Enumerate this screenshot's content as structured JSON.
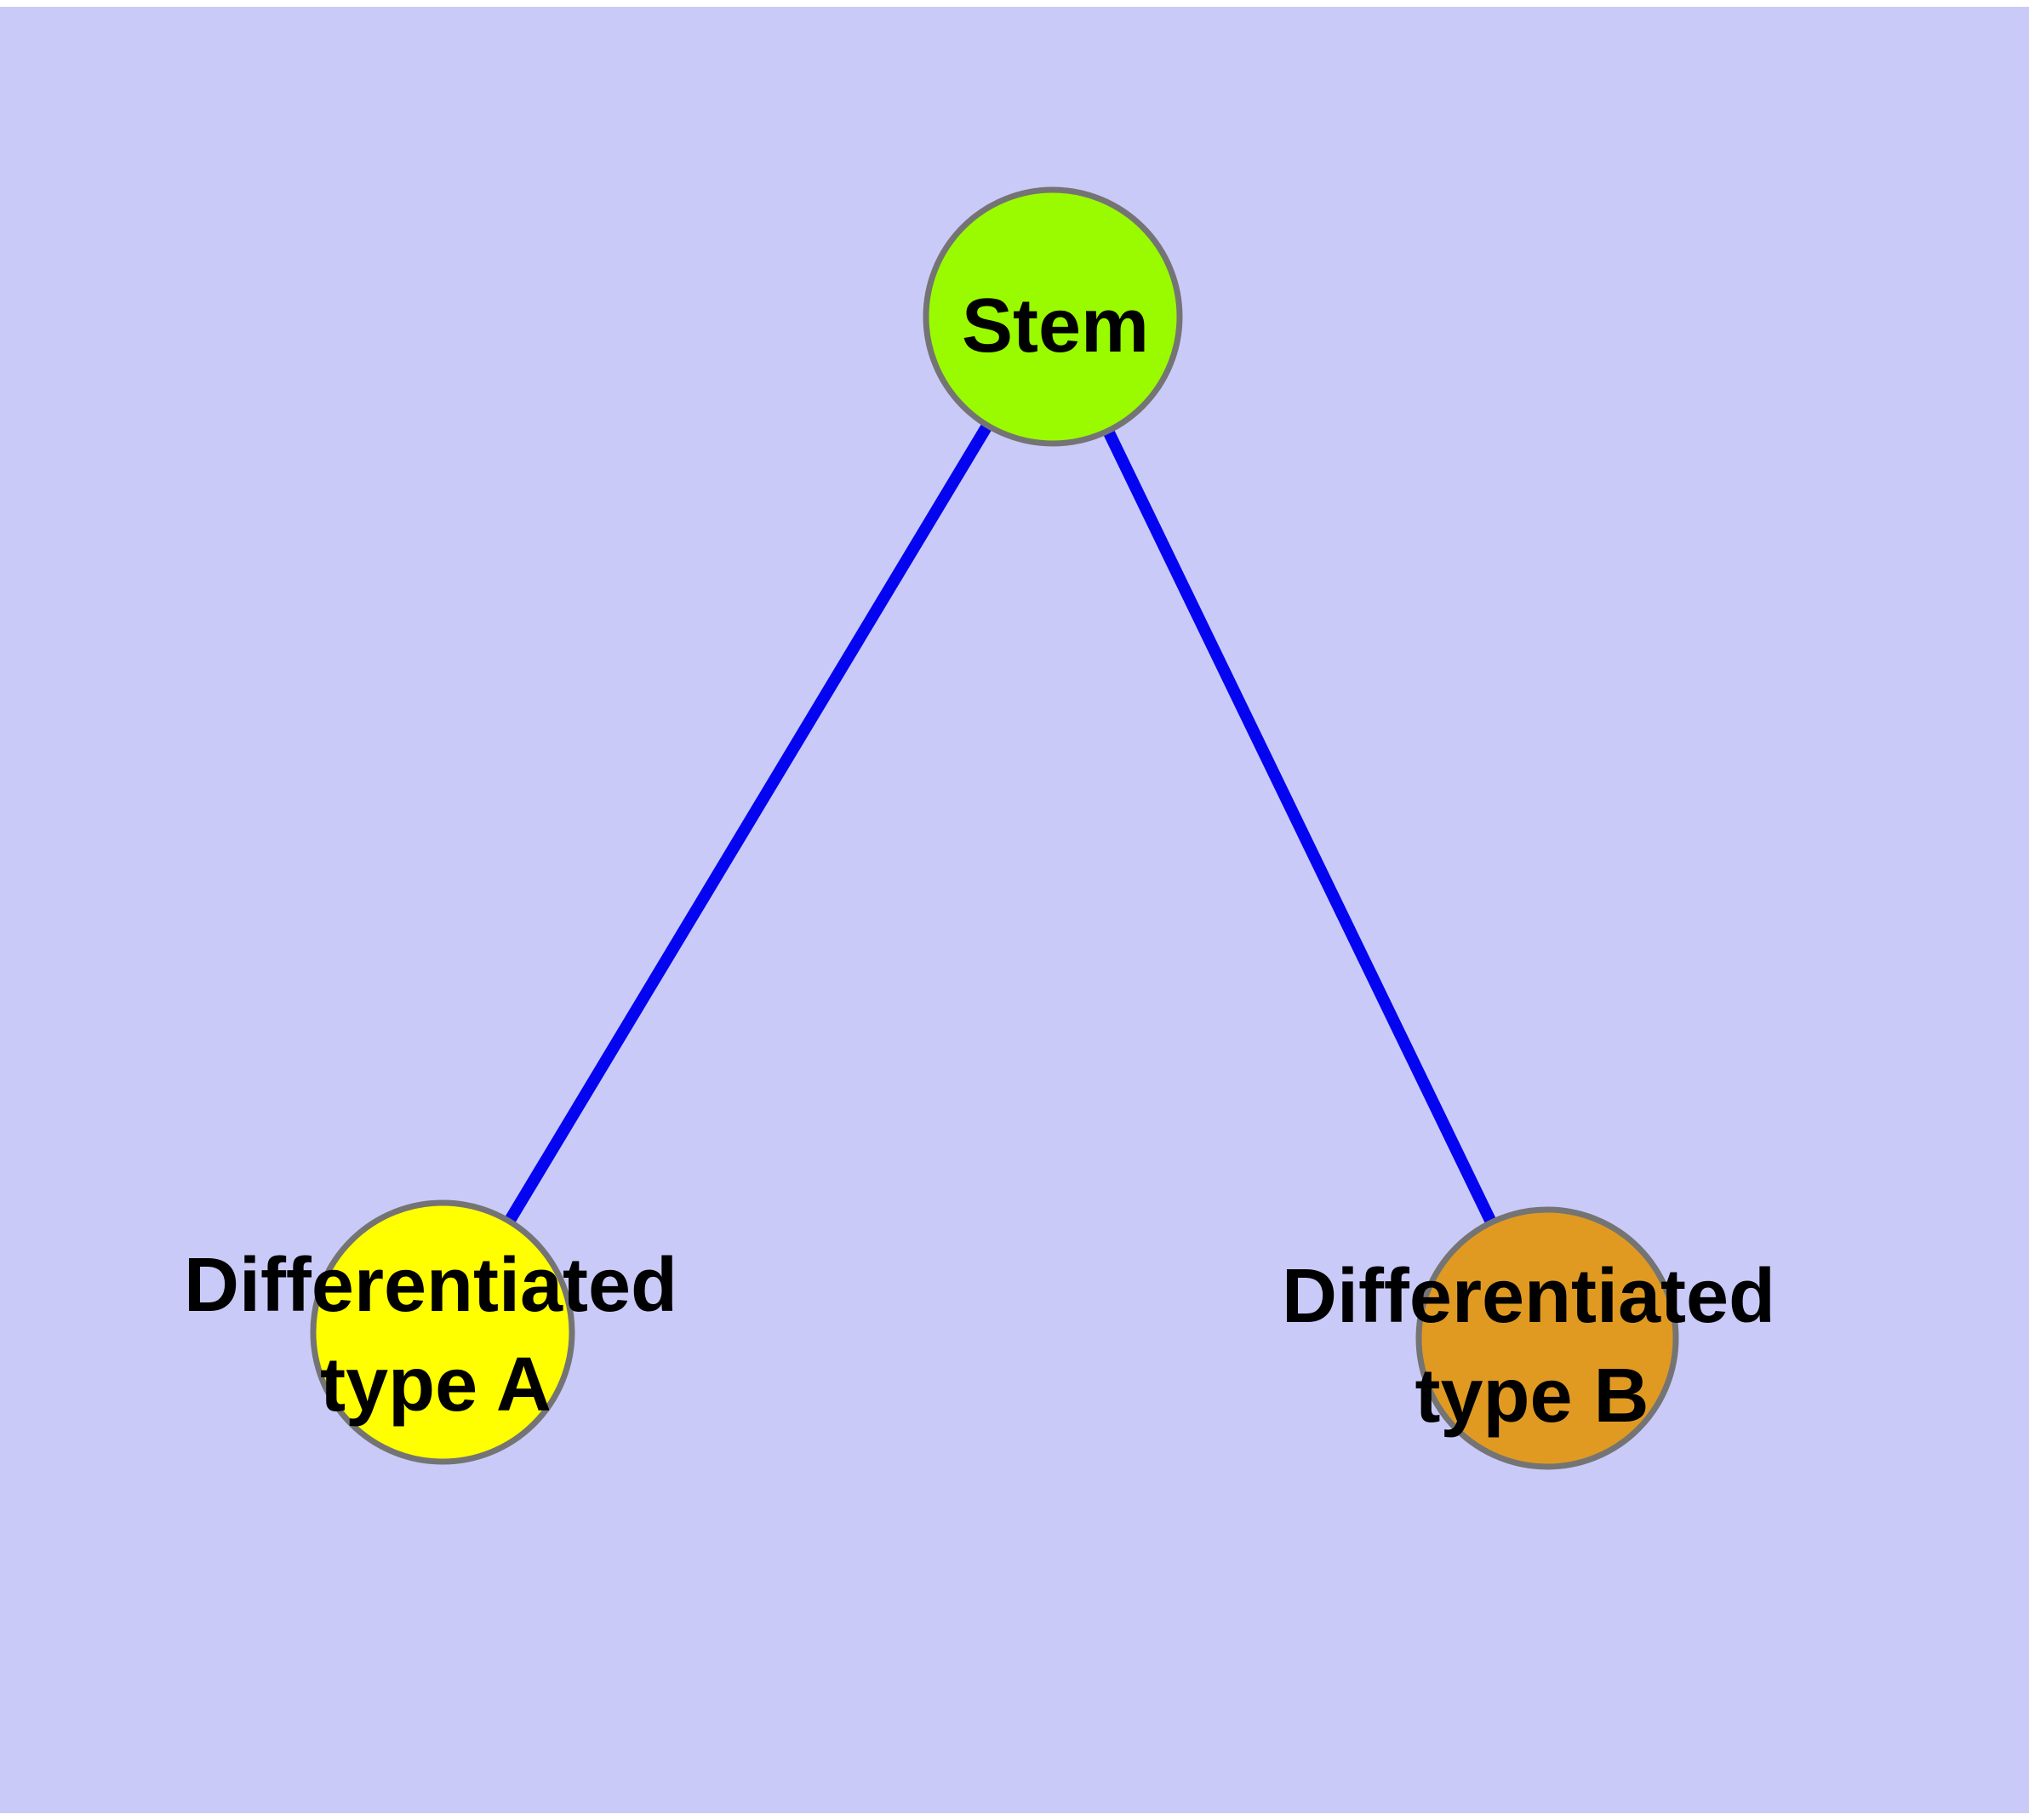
{
  "figure": {
    "kind": "network-diagram",
    "description": "Stem cell differentiation graph with three nodes and two edges"
  },
  "colors": {
    "page_margin": "#FFFFFF",
    "background": "#CACAF8",
    "edge": "#0404F0",
    "node_border": "#747474",
    "label_text": "#000000"
  },
  "nodes": {
    "stem": {
      "label": "Stem",
      "color": "#9AFB00"
    },
    "type_a": {
      "label": "Differentiated type A",
      "label_line1": "Differentiated",
      "label_line2": "type A",
      "color": "#FFFF00"
    },
    "type_b": {
      "label": "Differentiated type B",
      "label_line1": "Differentiated",
      "label_line2": "type B",
      "color": "#E09A22"
    }
  },
  "edges": [
    {
      "from": "Stem",
      "to": "Differentiated type A"
    },
    {
      "from": "Stem",
      "to": "Differentiated type B"
    }
  ]
}
